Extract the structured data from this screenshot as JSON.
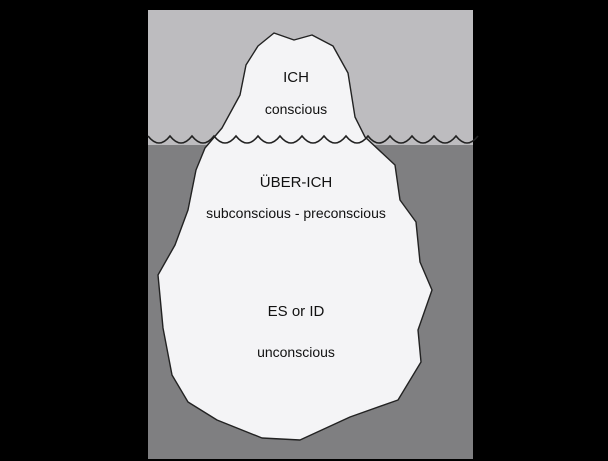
{
  "diagram": {
    "colors": {
      "frame": "#000000",
      "sky": "#bdbcbf",
      "water": "#7f7f81",
      "iceberg": "#f4f4f6",
      "outline": "#222222",
      "text": "#111111"
    },
    "layers": [
      {
        "id": "ich",
        "name": "ICH",
        "description": "conscious"
      },
      {
        "id": "ueber-ich",
        "name": "ÜBER-ICH",
        "description": "subconscious - preconscious"
      },
      {
        "id": "es",
        "name": "ES or ID",
        "description": "unconscious"
      }
    ]
  }
}
